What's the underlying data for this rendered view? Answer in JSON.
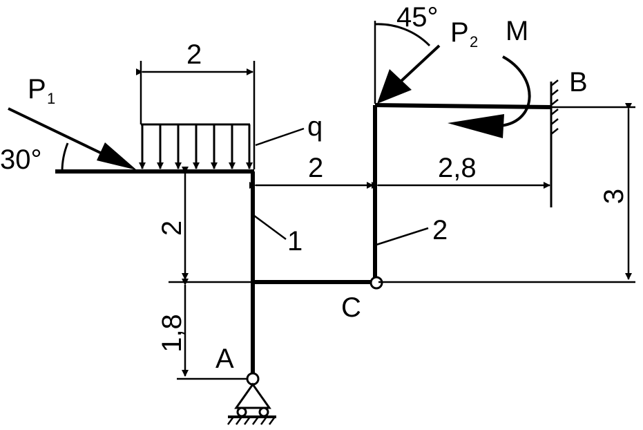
{
  "labels": {
    "p1": "P",
    "p1_sub": "1",
    "p2": "P",
    "p2_sub": "2",
    "m": "M",
    "q": "q",
    "a": "A",
    "b": "B",
    "c": "C",
    "member1": "1",
    "member2": "2"
  },
  "angles": {
    "p1": "30°",
    "p2": "45°"
  },
  "dimensions": {
    "load_width": "2",
    "gap_between": "2",
    "to_wall": "2,8",
    "left_height": "2",
    "support_height": "1,8",
    "right_height": "3"
  }
}
